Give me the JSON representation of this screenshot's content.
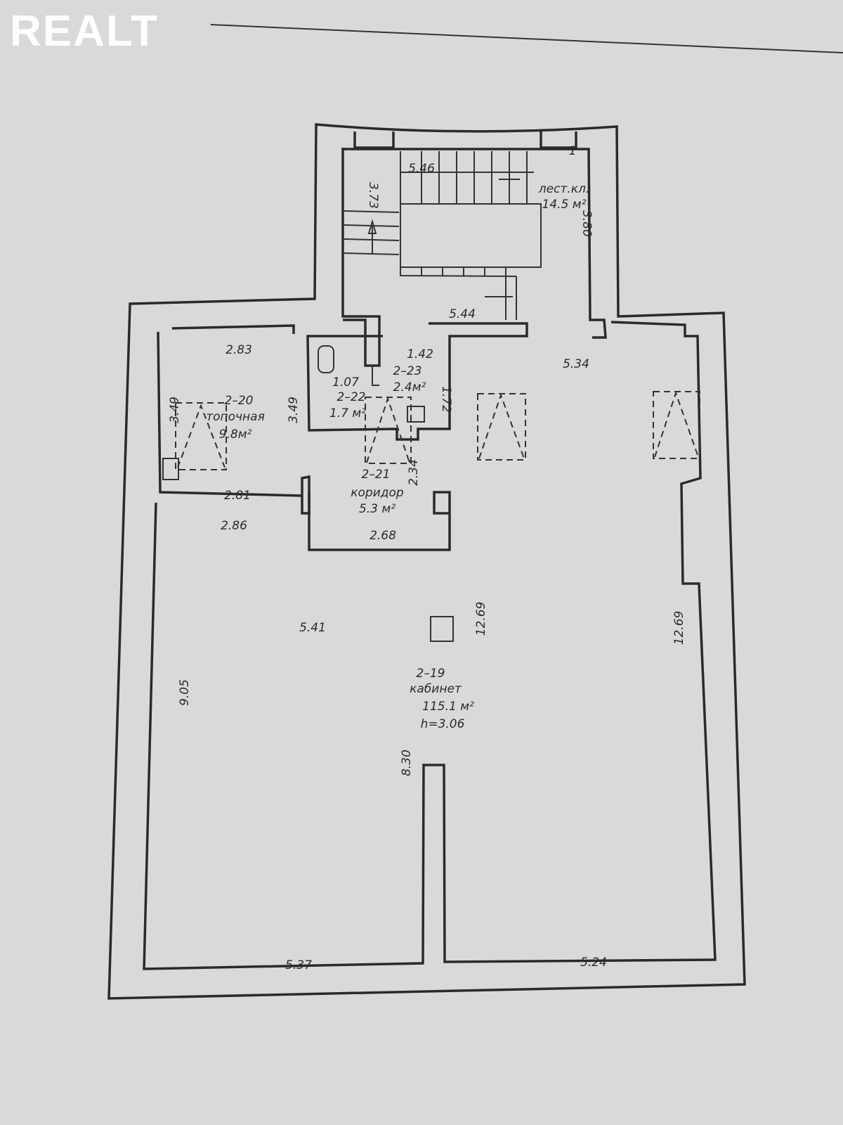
{
  "watermark": "REALT",
  "rooms": {
    "stair": {
      "number": "1",
      "name": "лест.кл.",
      "area": "14.5 м²",
      "dims": [
        "5.46",
        "3.73",
        "3.80",
        "5.44"
      ]
    },
    "r2_20": {
      "number": "2–20",
      "name": "топочная",
      "area": "9.8м²",
      "dims": [
        "2.83",
        "3.49",
        "3.49",
        "2.81"
      ]
    },
    "r2_22": {
      "number": "2–22",
      "area": "1.7 м²",
      "dims": [
        "1.07"
      ]
    },
    "r2_23": {
      "number": "2–23",
      "area": "2.4м²",
      "dims": [
        "1.42",
        "1.72"
      ]
    },
    "r2_21": {
      "number": "2–21",
      "name": "коридор",
      "area": "5.3 м²",
      "dims": [
        "2.34",
        "2.68"
      ]
    },
    "r2_19": {
      "number": "2–19",
      "name": "кабинет",
      "area": "115.1 м²",
      "height": "h=3.06",
      "dims": [
        "2.86",
        "5.41",
        "12.69",
        "12.69",
        "9.05",
        "8.30",
        "5.37",
        "5.24",
        "5.34"
      ]
    }
  }
}
